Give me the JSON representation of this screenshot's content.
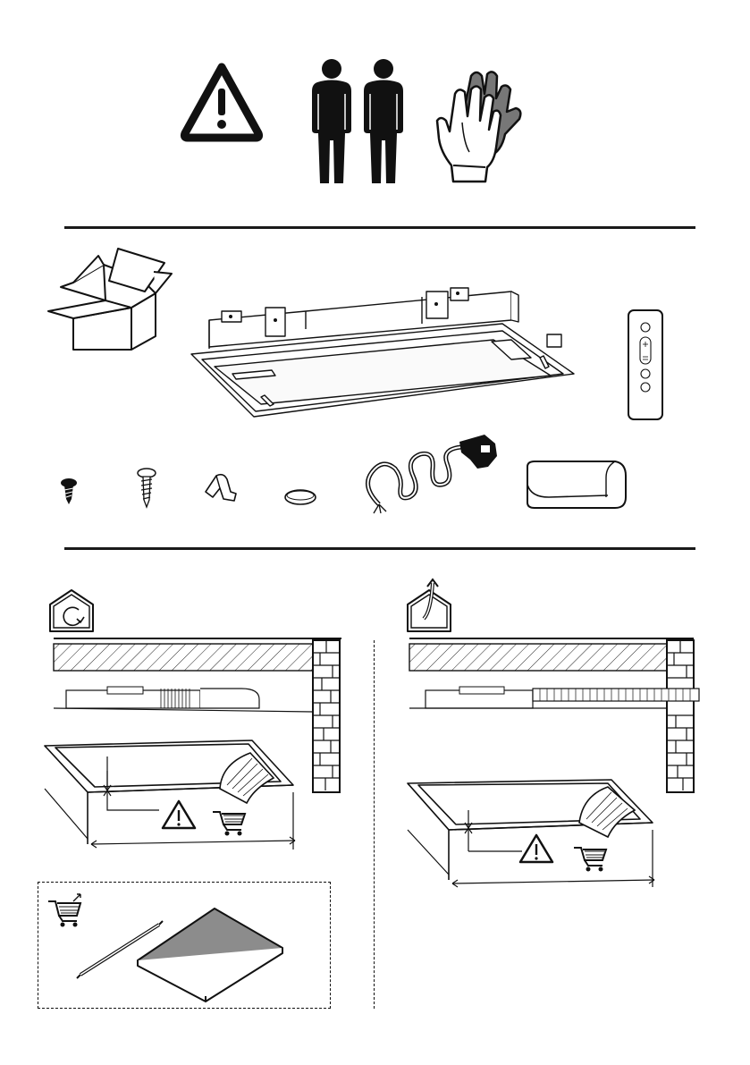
{
  "page": {
    "background": "#ffffff",
    "ink": "#111111"
  },
  "safety_row": {
    "icons": [
      "warning-triangle-icon",
      "two-persons-icon",
      "protective-gloves-icon"
    ]
  },
  "package_contents": {
    "items": [
      "cardboard-box-icon",
      "cooker-hood-unit",
      "remote-control",
      "short-screw",
      "long-screw",
      "mounting-bracket",
      "cover-cap",
      "power-cable-with-plug",
      "duct-adapter"
    ],
    "remote_buttons": [
      "timer-button",
      "plus-minus-button",
      "light-button",
      "fan-button"
    ]
  },
  "installation": {
    "left_mode": "recirculation",
    "right_mode": "extraction",
    "accessory_box": "optional-accessory-kit",
    "colors": {
      "hatch": "#222222",
      "board": "#8c8c8c",
      "brick": "#ffffff"
    }
  }
}
